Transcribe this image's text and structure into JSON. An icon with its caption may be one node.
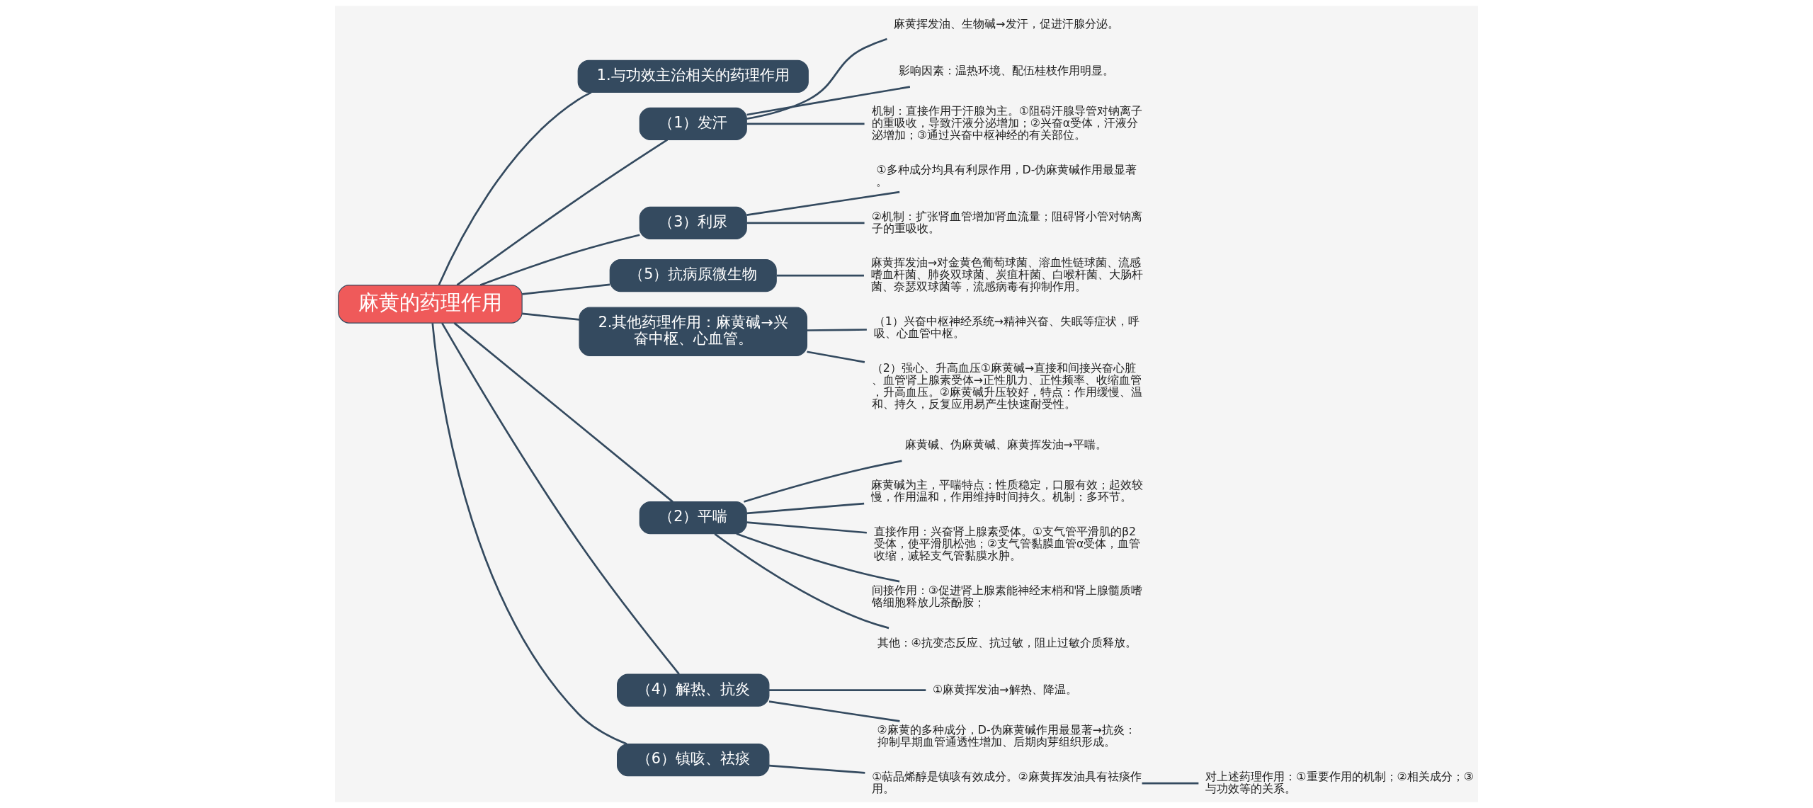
{
  "diagram": {
    "nodes": [
      {
        "text": [
          "麻黄的药理作用"
        ]
      },
      {
        "text": [
          "1.与功效主治相关的药理作用"
        ]
      },
      {
        "text": [
          "（1）发汗"
        ]
      },
      {
        "text": [
          "麻黄挥发油、生物碱→发汗，促进汗腺分泌。"
        ]
      },
      {
        "text": [
          "影响因素：温热环境、配伍桂枝作用明显。"
        ]
      },
      {
        "text": [
          "机制：直接作用于汗腺为主。①阻碍汗腺导管对钠离子的重吸收，导致汗液分泌增加；②兴奋α受体，汗液分泌增加；③通过兴奋中枢神经的有关部位。"
        ]
      },
      {
        "text": [
          "（3）利尿"
        ]
      },
      {
        "text": [
          "①多种成分均具有利尿作用，D-伪麻黄碱作用最显著。"
        ]
      },
      {
        "text": [
          "②机制：扩张肾血管增加肾血流量；阻碍肾小管对钠离子的重吸收。"
        ]
      },
      {
        "text": [
          "（5）抗病原微生物"
        ]
      },
      {
        "text": [
          "麻黄挥发油→对金黄色葡萄球菌、溶血性链球菌、流感嗜血杆菌、肺炎双球菌、炭疽杆菌、白喉杆菌、大肠杆菌、奈瑟双球菌等，流感病毒有抑制作用。"
        ]
      },
      {
        "text": [
          "2.其他药理作用：麻黄碱→兴奋中枢、心血管。"
        ]
      },
      {
        "text": [
          "（1）兴奋中枢神经系统→精神兴奋、失眠等症状，呼吸、心血管中枢。"
        ]
      },
      {
        "text": [
          "（2）强心、升高血压①麻黄碱→直接和间接兴奋心脏、血管肾上腺素受体→正性肌力、正性频率、收缩血管，升高血压。②麻黄碱升压较好，特点：作用缓慢、温和、持久，反复应用易产生快速耐受性。"
        ]
      },
      {
        "text": [
          "（2）平喘"
        ]
      },
      {
        "text": [
          "麻黄碱、伪麻黄碱、麻黄挥发油→平喘。"
        ]
      },
      {
        "text": [
          "麻黄碱为主，平喘特点：性质稳定，口服有效；起效较慢，作用温和，作用维持时间持久。机制：多环节。"
        ]
      },
      {
        "text": [
          "直接作用：兴奋肾上腺素受体。①支气管平滑肌的β2受体，使平滑肌松弛；②支气管黏膜血管α受体，血管收缩，减轻支气管黏膜水肿。"
        ]
      },
      {
        "text": [
          "间接作用：③促进肾上腺素能神经末梢和肾上腺髓质嗜铬细胞释放儿茶酚胺；"
        ]
      },
      {
        "text": [
          "其他：④抗变态反应、抗过敏，阻止过敏介质释放。"
        ]
      },
      {
        "text": [
          "（4）解热、抗炎"
        ]
      },
      {
        "text": [
          "①麻黄挥发油→解热、降温。"
        ]
      },
      {
        "text": [
          "②麻黄的多种成分，D-伪麻黄碱作用最显著→抗炎：抑制早期血管通透性增加、后期肉芽组织形成。"
        ]
      },
      {
        "text": [
          "（6）镇咳、祛痰"
        ]
      },
      {
        "text": [
          "①萜品烯醇是镇咳有效成分。②麻黄挥发油具有祛痰作用。"
        ]
      },
      {
        "text": [
          "对上述药理作用：①重要作用的机制；②相关成分；③与功效等的关系。"
        ]
      }
    ],
    "edges": [
      {
        "from": 0,
        "to": 1,
        "arrow": "none"
      },
      {
        "from": 0,
        "to": 2,
        "arrow": "none"
      },
      {
        "from": 2,
        "to": 3,
        "arrow": "none"
      },
      {
        "from": 2,
        "to": 4,
        "arrow": "none"
      },
      {
        "from": 2,
        "to": 5,
        "arrow": "none"
      },
      {
        "from": 0,
        "to": 6,
        "arrow": "none"
      },
      {
        "from": 6,
        "to": 7,
        "arrow": "none"
      },
      {
        "from": 6,
        "to": 8,
        "arrow": "none"
      },
      {
        "from": 0,
        "to": 9,
        "arrow": "none"
      },
      {
        "from": 9,
        "to": 10,
        "arrow": "none"
      },
      {
        "from": 0,
        "to": 11,
        "arrow": "none"
      },
      {
        "from": 11,
        "to": 12,
        "arrow": "none"
      },
      {
        "from": 11,
        "to": 13,
        "arrow": "none"
      },
      {
        "from": 0,
        "to": 14,
        "arrow": "none"
      },
      {
        "from": 14,
        "to": 15,
        "arrow": "none"
      },
      {
        "from": 14,
        "to": 16,
        "arrow": "none"
      },
      {
        "from": 14,
        "to": 17,
        "arrow": "none"
      },
      {
        "from": 14,
        "to": 18,
        "arrow": "none"
      },
      {
        "from": 14,
        "to": 19,
        "arrow": "none"
      },
      {
        "from": 0,
        "to": 20,
        "arrow": "none"
      },
      {
        "from": 20,
        "to": 21,
        "arrow": "none"
      },
      {
        "from": 20,
        "to": 22,
        "arrow": "none"
      },
      {
        "from": 0,
        "to": 23,
        "arrow": "none"
      },
      {
        "from": 23,
        "to": 24,
        "arrow": "none"
      },
      {
        "from": 24,
        "to": 25,
        "arrow": "none"
      }
    ]
  }
}
